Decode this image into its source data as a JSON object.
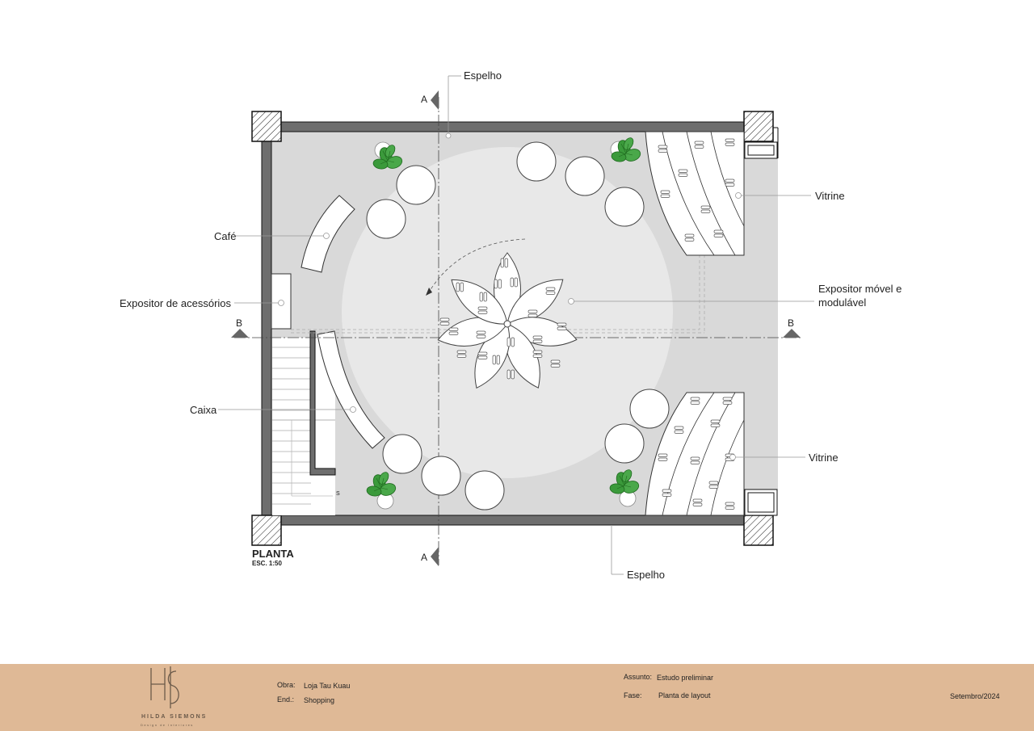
{
  "drawing": {
    "title": "PLANTA",
    "scale": "ESC. 1:50",
    "section_markers": {
      "a": "A",
      "b": "B"
    },
    "stair_mark": "S"
  },
  "labels": {
    "espelho_top": "Espelho",
    "espelho_bottom": "Espelho",
    "vitrine_top": "Vitrine",
    "vitrine_bottom": "Vitrine",
    "cafe": "Café",
    "expositor_acessorios": "Expositor de acessórios",
    "caixa": "Caixa",
    "expositor_movel_line1": "Expositor móvel e",
    "expositor_movel_line2": "modulável"
  },
  "footer": {
    "logo_name": "HILDA SIEMONS",
    "logo_tagline": "Design de Interiores",
    "obra_label": "Obra:",
    "obra_value": "Loja Tau Kuau",
    "end_label": "End.:",
    "end_value": "Shopping",
    "assunto_label": "Assunto:",
    "assunto_value": "Estudo preliminar",
    "fase_label": "Fase:",
    "fase_value": "Planta de layout",
    "date": "Setembro/2024"
  },
  "colors": {
    "floor": "#d9d9d9",
    "circle_floor": "#e8e8e8",
    "wall": "#6e6e6e",
    "plant": "#3b9a3b",
    "footer_bg": "#dfb996"
  }
}
